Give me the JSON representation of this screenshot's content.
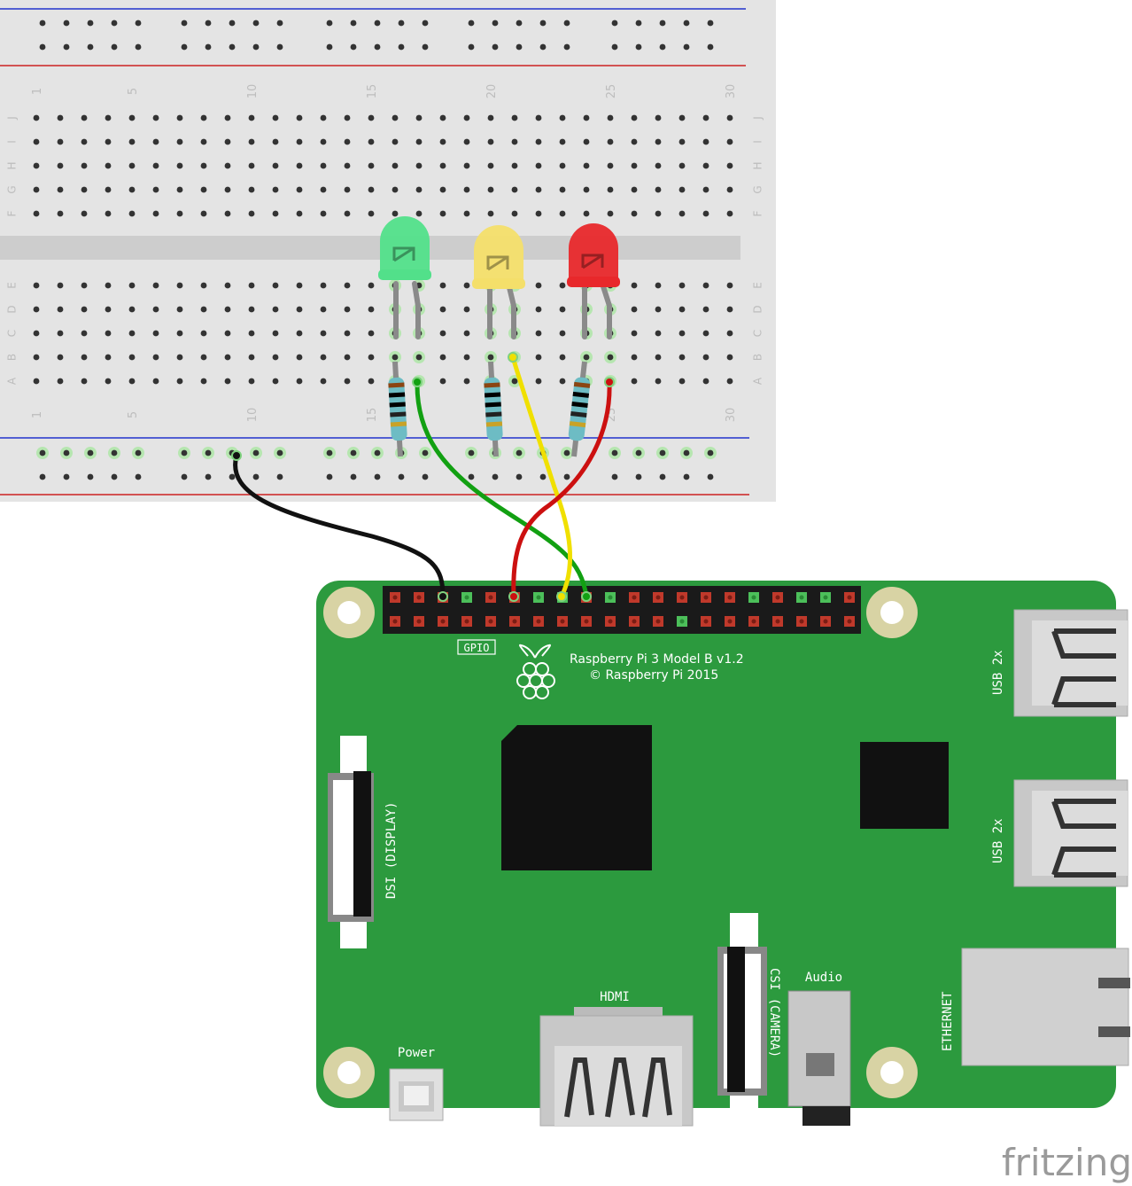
{
  "breadboard": {
    "column_numbers": [
      "1",
      "5",
      "10",
      "15",
      "20",
      "25",
      "30"
    ],
    "row_letters_top": [
      "J",
      "I",
      "H",
      "G",
      "F"
    ],
    "row_letters_bottom": [
      "E",
      "D",
      "C",
      "B",
      "A"
    ]
  },
  "leds": [
    {
      "name": "green",
      "color": "#52e08a"
    },
    {
      "name": "yellow",
      "color": "#f4df6a"
    },
    {
      "name": "red",
      "color": "#e8282b"
    }
  ],
  "wires": {
    "green": "#12a012",
    "yellow": "#f0e000",
    "red": "#cc1010",
    "black": "#111111"
  },
  "board": {
    "color": "#2c9a3e",
    "gpio_label": "GPIO",
    "model_line1": "Raspberry Pi 3 Model B v1.2",
    "model_line2": "© Raspberry Pi 2015",
    "usb_label_1": "USB 2x",
    "usb_label_2": "USB 2x",
    "dsi_label": "DSI (DISPLAY)",
    "csi_label": "CSI (CAMERA)",
    "hdmi_label": "HDMI",
    "audio_label": "Audio",
    "power_label": "Power",
    "ethernet_label": "ETHERNET"
  },
  "watermark": "fritzing"
}
